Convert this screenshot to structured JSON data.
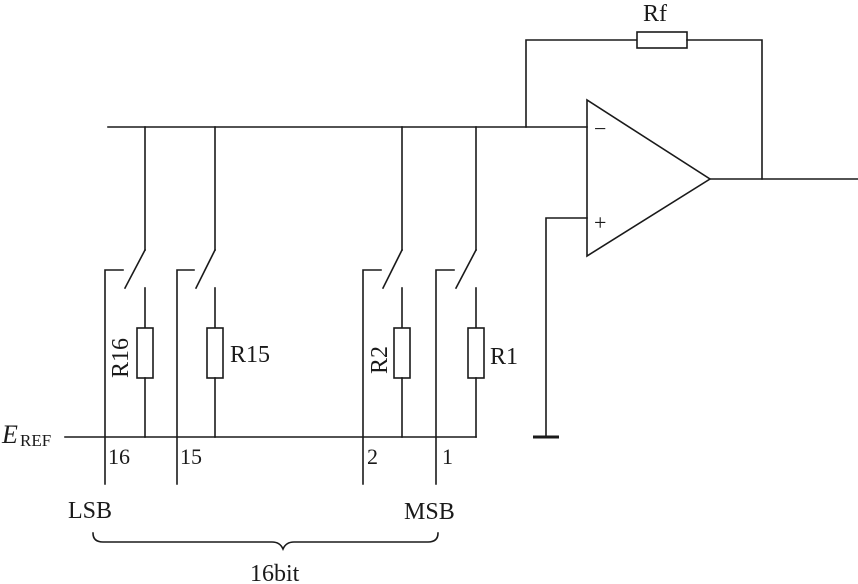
{
  "feedback_resistor": "Rf",
  "resistors": {
    "r16": "R16",
    "r15": "R15",
    "r2": "R2",
    "r1": "R1"
  },
  "bits": {
    "b16": "16",
    "b15": "15",
    "b2": "2",
    "b1": "1"
  },
  "reference": {
    "main": "E",
    "sub": "REF"
  },
  "lsb": "LSB",
  "msb": "MSB",
  "width": "16bit",
  "opamp": {
    "minus": "−",
    "plus": "+"
  }
}
